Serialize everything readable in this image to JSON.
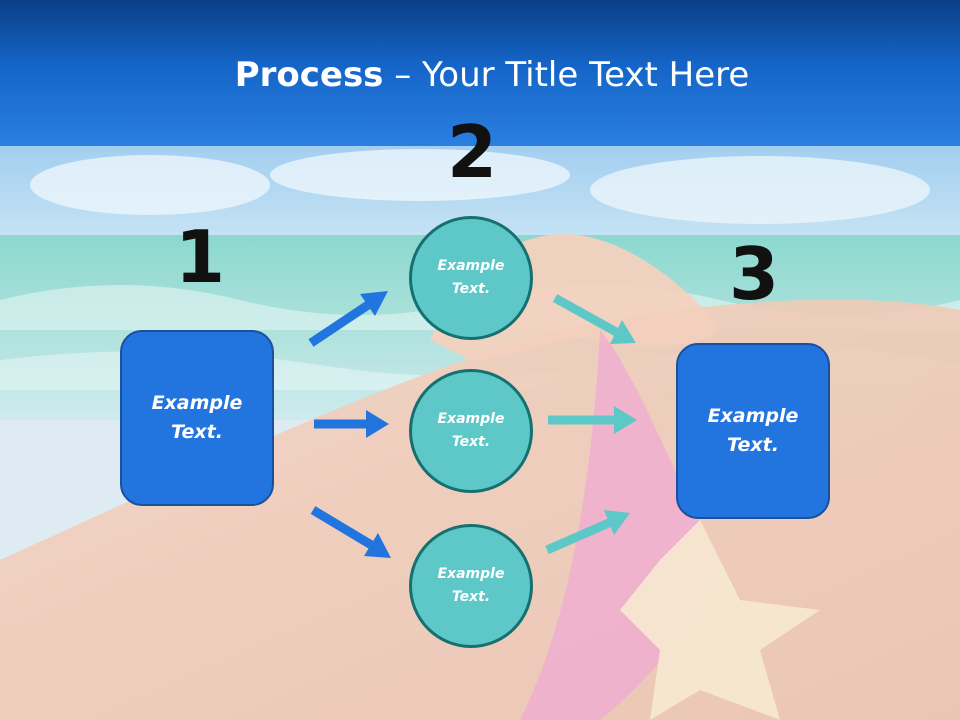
{
  "title": {
    "bold": "Process",
    "rest": " – Your Title Text Here"
  },
  "steps": [
    {
      "number": "1",
      "text": "Example Text."
    },
    {
      "number": "2",
      "items": [
        "Example Text.",
        "Example Text.",
        "Example Text."
      ]
    },
    {
      "number": "3",
      "text": "Example Text."
    }
  ],
  "colors": {
    "header": "#1565c8",
    "box": "#2274df",
    "circle": "#5ec8c8",
    "arrow_left": "#2274df",
    "arrow_right": "#5ec8c8"
  }
}
